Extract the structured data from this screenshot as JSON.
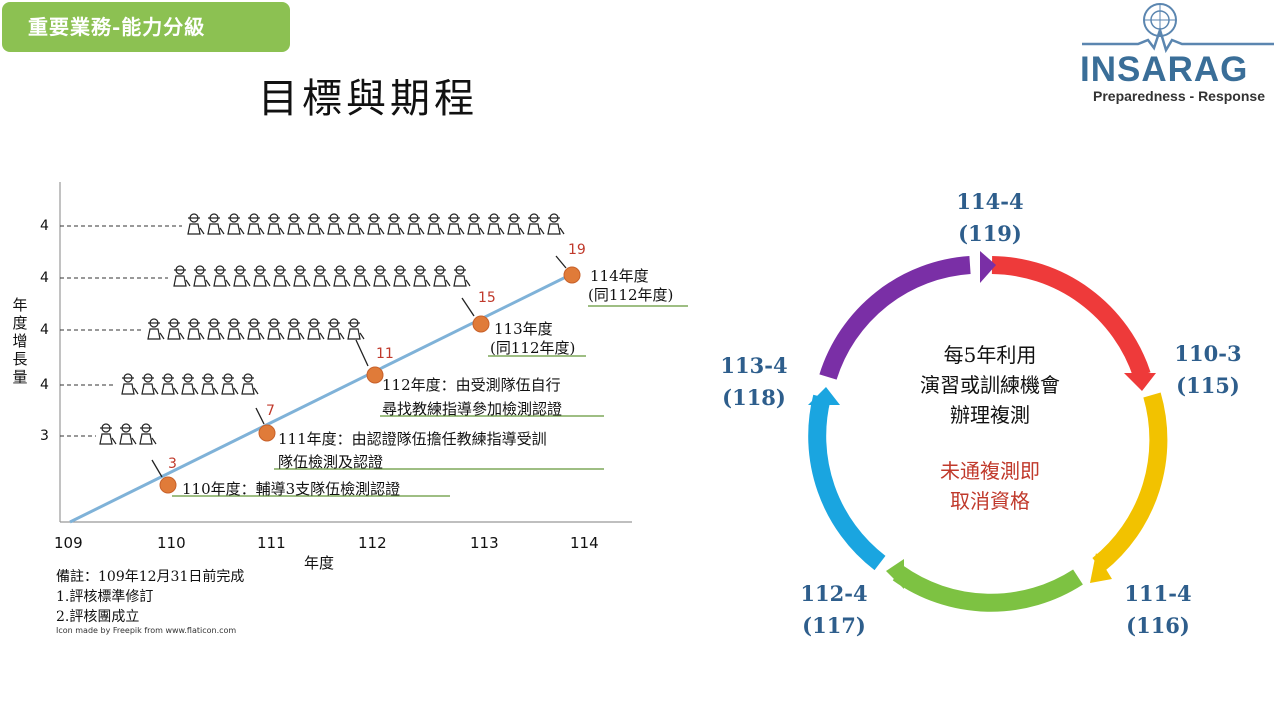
{
  "header": {
    "badge": "重要業務-能力分級",
    "title": "目標與期程"
  },
  "logo": {
    "name": "INSARAG",
    "tagline": "Preparedness - Response"
  },
  "chart": {
    "ylabel": "年度增長量",
    "xlabel": "年度",
    "xticks": [
      "109",
      "110",
      "111",
      "112",
      "113",
      "114"
    ],
    "yticks": [
      "4",
      "4",
      "4",
      "4",
      "3"
    ],
    "points": [
      "3",
      "7",
      "11",
      "15",
      "19"
    ],
    "annotations": [
      "110年度：輔導3支隊伍檢測認證",
      "111年度：由認證隊伍擔任教練指導受訓",
      "隊伍檢測及認證",
      "112年度：由受測隊伍自行",
      "尋找教練指導參加檢測認證",
      "113年度",
      "(同112年度)",
      "114年度",
      "(同112年度)"
    ],
    "notes": [
      "備註：109年12月31日前完成",
      "1.評核標準修訂",
      "2.評核團成立"
    ],
    "credit": "Icon made by Freepik from www.flaticon.com"
  },
  "chart_data": {
    "type": "line",
    "x": [
      109,
      110,
      111,
      112,
      113,
      114
    ],
    "y": [
      0,
      3,
      7,
      11,
      15,
      19
    ],
    "point_labels": [
      3,
      7,
      11,
      15,
      19
    ],
    "increments": [
      3,
      4,
      4,
      4,
      4
    ],
    "xlabel": "年度",
    "ylabel": "年度增長量",
    "line_color": "#7fb2d8",
    "marker_color": "#e07b39"
  },
  "cycle": {
    "labels": [
      {
        "code": "114-4",
        "year": "(119)"
      },
      {
        "code": "110-3",
        "year": "(115)"
      },
      {
        "code": "111-4",
        "year": "(116)"
      },
      {
        "code": "112-4",
        "year": "(117)"
      },
      {
        "code": "113-4",
        "year": "(118)"
      }
    ],
    "center_lines": [
      "每5年利用",
      "演習或訓練機會",
      "辦理複測"
    ],
    "warning_lines": [
      "未通複測即",
      "取消資格"
    ],
    "arrow_colors": [
      "#ee3a3a",
      "#f2c200",
      "#7dc242",
      "#1aa5e0",
      "#7a2fa6"
    ]
  }
}
